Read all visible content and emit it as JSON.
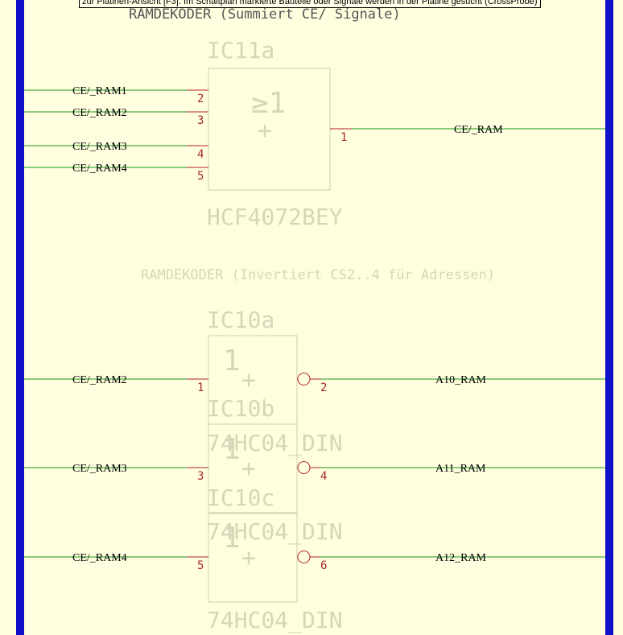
{
  "tooltip": "zur Platinen-Ansicht [F3]. Im Schaltplan markierte Bauteile oder Signale werden in der Platine gesucht (CrossProbe)",
  "titles": {
    "top": "RAMDEKODER (Summiert CE/ Signale)",
    "middle": "RAMDEKODER (Invertiert CS2..4 für Adressen)"
  },
  "or_gate": {
    "ref": "IC11a",
    "symbol": "≥1",
    "plus": "+",
    "part": "HCF4072BEY",
    "inputs": [
      {
        "net": "CE/_RAM1",
        "pin": "2"
      },
      {
        "net": "CE/_RAM2",
        "pin": "3"
      },
      {
        "net": "CE/_RAM3",
        "pin": "4"
      },
      {
        "net": "CE/_RAM4",
        "pin": "5"
      }
    ],
    "output": {
      "net": "CE/_RAM",
      "pin": "1"
    }
  },
  "inverters": [
    {
      "ref": "IC10a",
      "symbol": "1",
      "plus": "+",
      "part": "74HC04_DIN",
      "in_net": "CE/_RAM2",
      "in_pin": "1",
      "out_pin": "2",
      "out_net": "A10_RAM"
    },
    {
      "ref": "IC10b",
      "symbol": "1",
      "plus": "+",
      "part": "74HC04_DIN",
      "in_net": "CE/_RAM3",
      "in_pin": "3",
      "out_pin": "4",
      "out_net": "A11_RAM"
    },
    {
      "ref": "IC10c",
      "symbol": "1",
      "plus": "+",
      "part": "74HC04_DIN",
      "in_net": "CE/_RAM4",
      "in_pin": "5",
      "out_pin": "6",
      "out_net": "A12_RAM"
    }
  ]
}
